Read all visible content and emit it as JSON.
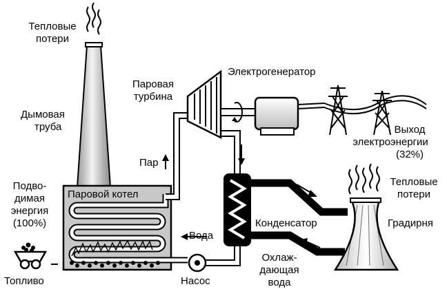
{
  "labels": {
    "heat_loss_top": [
      "Тепловые",
      "потери"
    ],
    "chimney": [
      "Дымовая",
      "труба"
    ],
    "input_energy": [
      "Подво-",
      "димая",
      "энергия",
      "(100%)"
    ],
    "fuel": "Топливо",
    "boiler": "Паровой котел",
    "steam_turbine": [
      "Паровая",
      "турбина"
    ],
    "generator": "Электрогенератор",
    "output": [
      "Выход",
      "электроэнергии",
      "(32%)"
    ],
    "steam": "Пар",
    "water": "Вода",
    "pump": "Насос",
    "condenser": "Конденсатор",
    "cooling_tower": "Градирня",
    "heat_loss_right": [
      "Тепловые",
      "потери"
    ],
    "cooled_water": [
      "Охлаж-",
      "дающая",
      "вода"
    ]
  },
  "colors": {
    "ink": "#000000",
    "paper": "#ffffff",
    "fill_light": "#dcdcdc",
    "fill_mid": "#b4b4b4"
  }
}
